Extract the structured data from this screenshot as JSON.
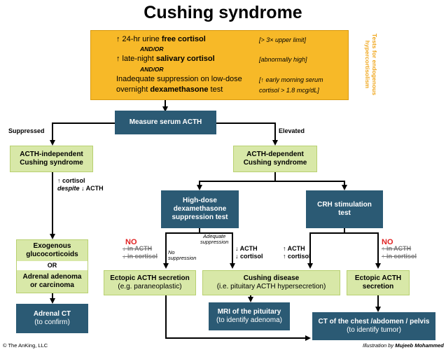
{
  "title": "Cushing syndrome",
  "tests": {
    "side_label": "Tests for endogenous hypercortisolism",
    "line1_pre": "↑ 24-hr urine ",
    "line1_bold": "free cortisol",
    "line1_note": "[> 3× upper limit]",
    "andor1": "AND/OR",
    "line2_pre": "↑ late-night ",
    "line2_bold": "salivary cortisol",
    "line2_note": "[abnormally high]",
    "andor2": "AND/OR",
    "line3": "Inadequate suppression on low-dose",
    "line4_pre": "overnight ",
    "line4_bold": "dexamethasone",
    "line4_post": " test",
    "note3": "[↑ early morning serum",
    "note4": "cortisol > 1.8 mcg/dL]"
  },
  "measure_acth": "Measure serum ACTH",
  "suppressed_label": "Suppressed",
  "elevated_label": "Elevated",
  "acth_independent": [
    "ACTH-independent",
    "Cushing syndrome"
  ],
  "acth_dependent": [
    "ACTH-dependent",
    "Cushing syndrome"
  ],
  "cortisol_note": {
    "line1": "↑ cortisol",
    "line2_it": "despite",
    "line2_post": " ↓ ACTH"
  },
  "high_dose": [
    "High-dose",
    "dexamethasone",
    "suppression test"
  ],
  "crh": [
    "CRH stimulation",
    "test"
  ],
  "exogenous": {
    "line1": "Exogenous",
    "line2": "glucocorticoids",
    "or": "OR",
    "line3": "Adrenal adenoma",
    "line4": "or carcinoma"
  },
  "adrenal_ct": {
    "title": "Adrenal CT",
    "sub": "(to confirm)"
  },
  "no_left": {
    "no": "NO",
    "l1": "↓ in ACTH",
    "l2": "↓ in cortisol"
  },
  "no_suppression": [
    "No",
    "suppression"
  ],
  "adequate_suppression": [
    "Adequate",
    "suppression"
  ],
  "hd_result": {
    "l1": "↓ ACTH",
    "l2": "↓ cortisol"
  },
  "crh_result": {
    "l1": "↑ ACTH",
    "l2": "↑ cortisol"
  },
  "no_right": {
    "no": "NO",
    "l1": "↑ in ACTH",
    "l2": "↑ in cortisol"
  },
  "ectopic_left": {
    "title": "Ectopic ACTH secretion",
    "sub": "(e.g. paraneoplastic)"
  },
  "cushing_disease": {
    "title": "Cushing disease",
    "sub": "(i.e. pituitary ACTH hypersecretion)"
  },
  "ectopic_right": [
    "Ectopic ACTH",
    "secretion"
  ],
  "mri": {
    "title": "MRI of the pituitary",
    "sub": "(to identify adenoma)"
  },
  "ct_chest": {
    "title": "CT of the chest /abdomen / pelvis",
    "sub": "(to identify tumor)"
  },
  "footer_left": "© The AnKing, LLC",
  "footer_right_pre": "Illustration by ",
  "footer_right_name": "Mujeeb Mohammed",
  "colors": {
    "tests": "#f7b928",
    "dark_box": "#2b5a74",
    "light_box": "#d8e8a8",
    "no_red": "#e02020"
  }
}
